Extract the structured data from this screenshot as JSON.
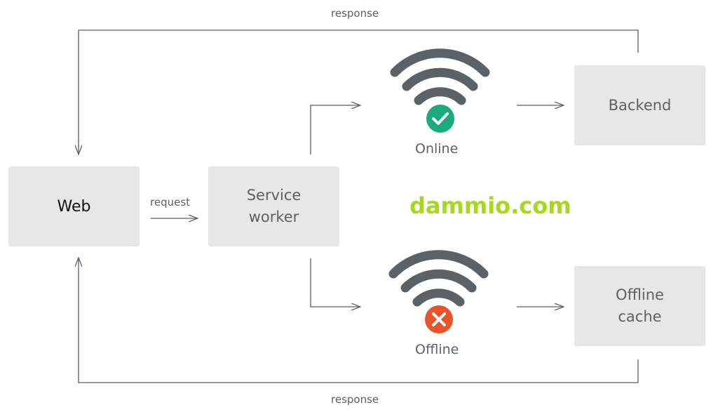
{
  "boxes": {
    "web": "Web",
    "service_worker": [
      "Service",
      "worker"
    ],
    "backend": "Backend",
    "offline_cache": [
      "Offline",
      "cache"
    ]
  },
  "edges": {
    "response_top": "response",
    "response_bottom": "response",
    "request": "request"
  },
  "status": {
    "online": "Online",
    "offline": "Offline"
  },
  "icons": {
    "online": "wifi-check-icon",
    "offline": "wifi-x-icon"
  },
  "watermark": "dammio.com",
  "colors": {
    "box_fill": "#e6e7e8",
    "line": "#5a6167",
    "wifi": "#5a6167",
    "online_badge": "#1aaa7c",
    "offline_badge": "#e9532c",
    "watermark": "#a6d81e"
  }
}
